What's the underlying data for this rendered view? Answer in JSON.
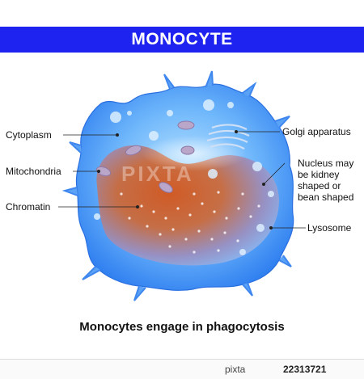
{
  "title": "MONOCYTE",
  "labels": {
    "cytoplasm": "Cytoplasm",
    "mitochondria": "Mitochondria",
    "chromatin": "Chromatin",
    "golgi": "Golgi apparatus",
    "nucleus_line1": "Nucleus may",
    "nucleus_line2": "be kidney",
    "nucleus_line3": "shaped or",
    "nucleus_line4": "bean shaped",
    "lysosome": "Lysosome"
  },
  "caption": "Monocytes engage in phagocytosis",
  "watermark": "PIXTA",
  "footer": {
    "brand": "pixta",
    "image_number": "22313721"
  },
  "colors": {
    "title_bar": "#1f23f0",
    "cell_blue": "#3b8ff2",
    "nucleus_core": "#c9531e"
  }
}
